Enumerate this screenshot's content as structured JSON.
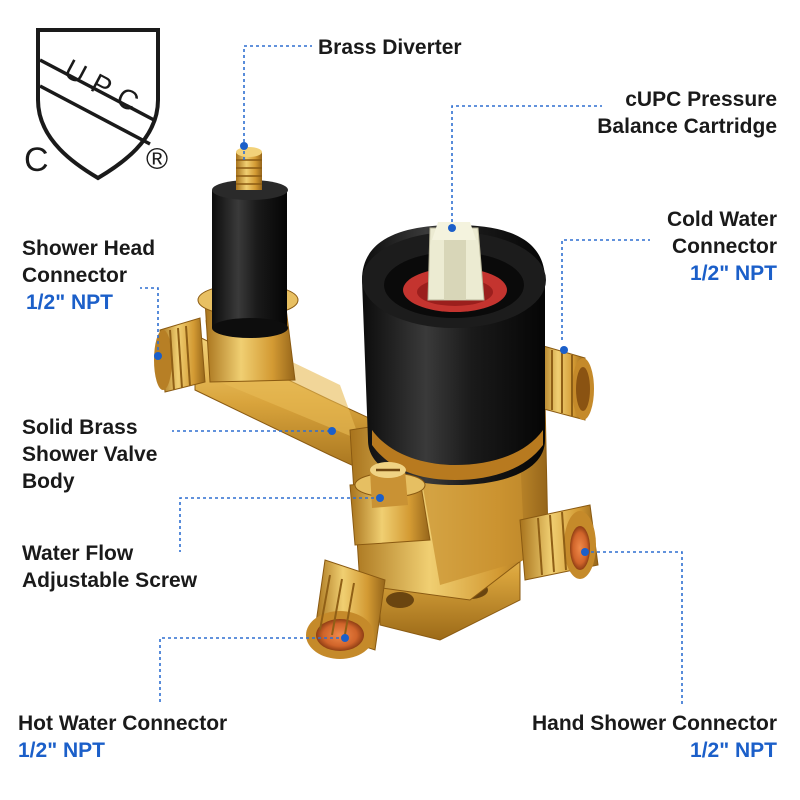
{
  "certification": {
    "shield_text": "UPC",
    "left_mark": "C",
    "registered_mark": "®"
  },
  "callouts": {
    "brass_diverter": {
      "title": "Brass Diverter"
    },
    "cartridge": {
      "line1": "cUPC Pressure",
      "line2": "Balance Cartridge"
    },
    "cold_water": {
      "line1": "Cold Water",
      "line2": "Connector",
      "size": "1/2\" NPT"
    },
    "shower_head": {
      "line1": "Shower Head",
      "line2": "Connector",
      "size": "1/2\" NPT"
    },
    "valve_body": {
      "line1": "Solid Brass",
      "line2": "Shower Valve",
      "line3": "Body"
    },
    "flow_screw": {
      "line1": "Water Flow",
      "line2": "Adjustable Screw"
    },
    "hot_water": {
      "title": "Hot Water Connector",
      "size": "1/2\" NPT"
    },
    "hand_shower": {
      "title": "Hand Shower Connector",
      "size": "1/2\" NPT"
    }
  },
  "colors": {
    "label_text": "#1a1a1a",
    "accent_blue": "#1b5fc9",
    "leader_line": "#2f6fd1",
    "brass": "#d9a43c",
    "trim_black": "#151515"
  }
}
